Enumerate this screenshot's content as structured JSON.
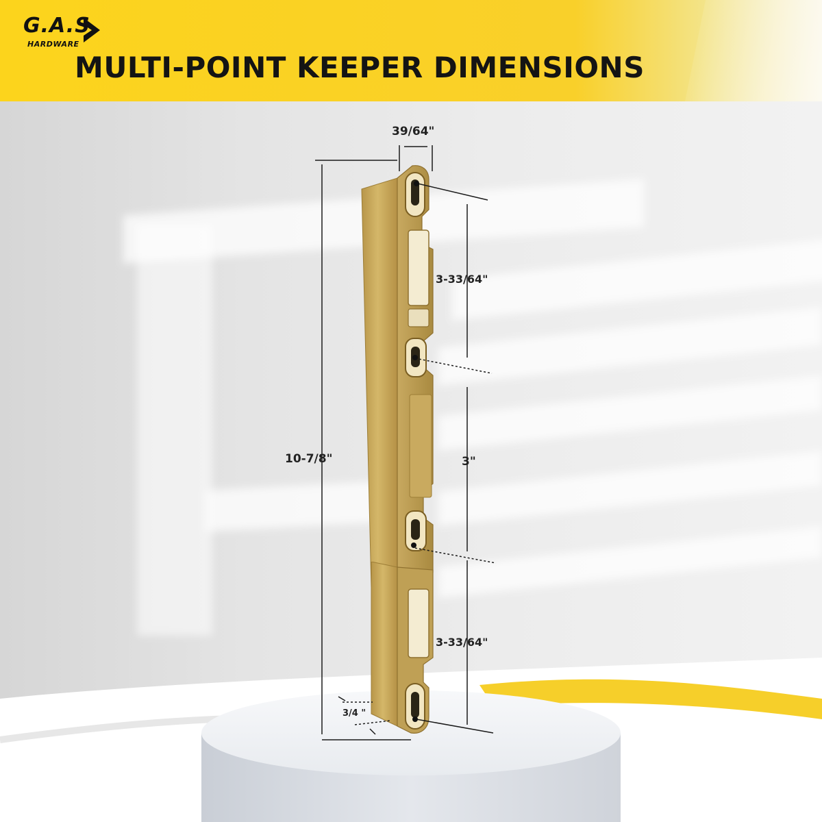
{
  "brand": {
    "name": "G.A.S",
    "sub": "HARDWARE"
  },
  "title": "MULTI-POINT KEEPER DIMENSIONS",
  "dimensions": {
    "width": "39/64\"",
    "top_spacing": "3-33/64\"",
    "middle_spacing": "3\"",
    "bottom_spacing": "3-33/64\"",
    "overall_length": "10-7/8\"",
    "depth": "3/4 \""
  },
  "colors": {
    "header_yellow": "#fcd41c",
    "brass": "#c9a85a",
    "text": "#141414"
  }
}
